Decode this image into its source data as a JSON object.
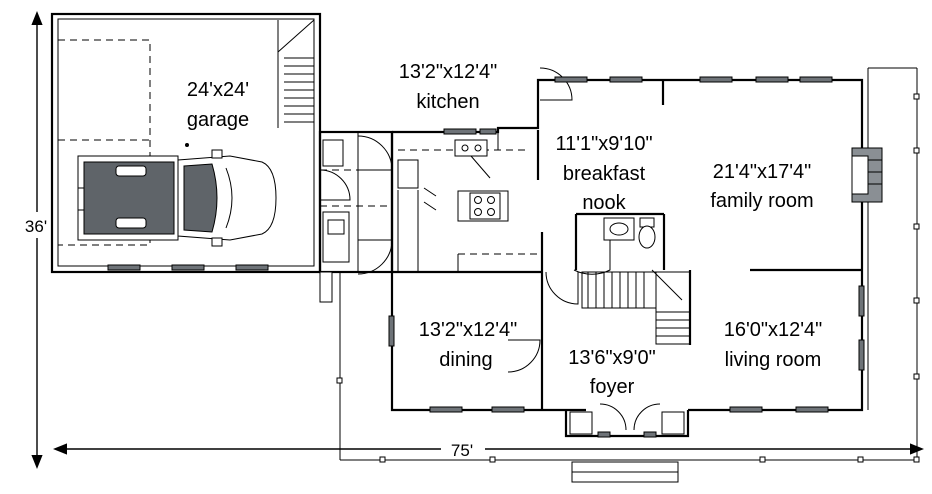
{
  "rooms": {
    "garage": {
      "size": "24'x24'",
      "name": "garage"
    },
    "kitchen": {
      "size": "13'2\"x12'4\"",
      "name": "kitchen"
    },
    "breakfast_nook": {
      "size": "11'1\"x9'10\"",
      "name1": "breakfast",
      "name2": "nook"
    },
    "family_room": {
      "size": "21'4\"x17'4\"",
      "name": "family room"
    },
    "dining": {
      "size": "13'2\"x12'4\"",
      "name": "dining"
    },
    "foyer": {
      "size": "13'6\"x9'0\"",
      "name": "foyer"
    },
    "living_room": {
      "size": "16'0\"x12'4\"",
      "name": "living room"
    }
  },
  "dimensions": {
    "depth": "36'",
    "width": "75'"
  },
  "colors": {
    "line": "#000000",
    "window_fill": "#6e7378",
    "vehicle_fill": "#5f6469",
    "fireplace_fill": "#8a8f94"
  }
}
